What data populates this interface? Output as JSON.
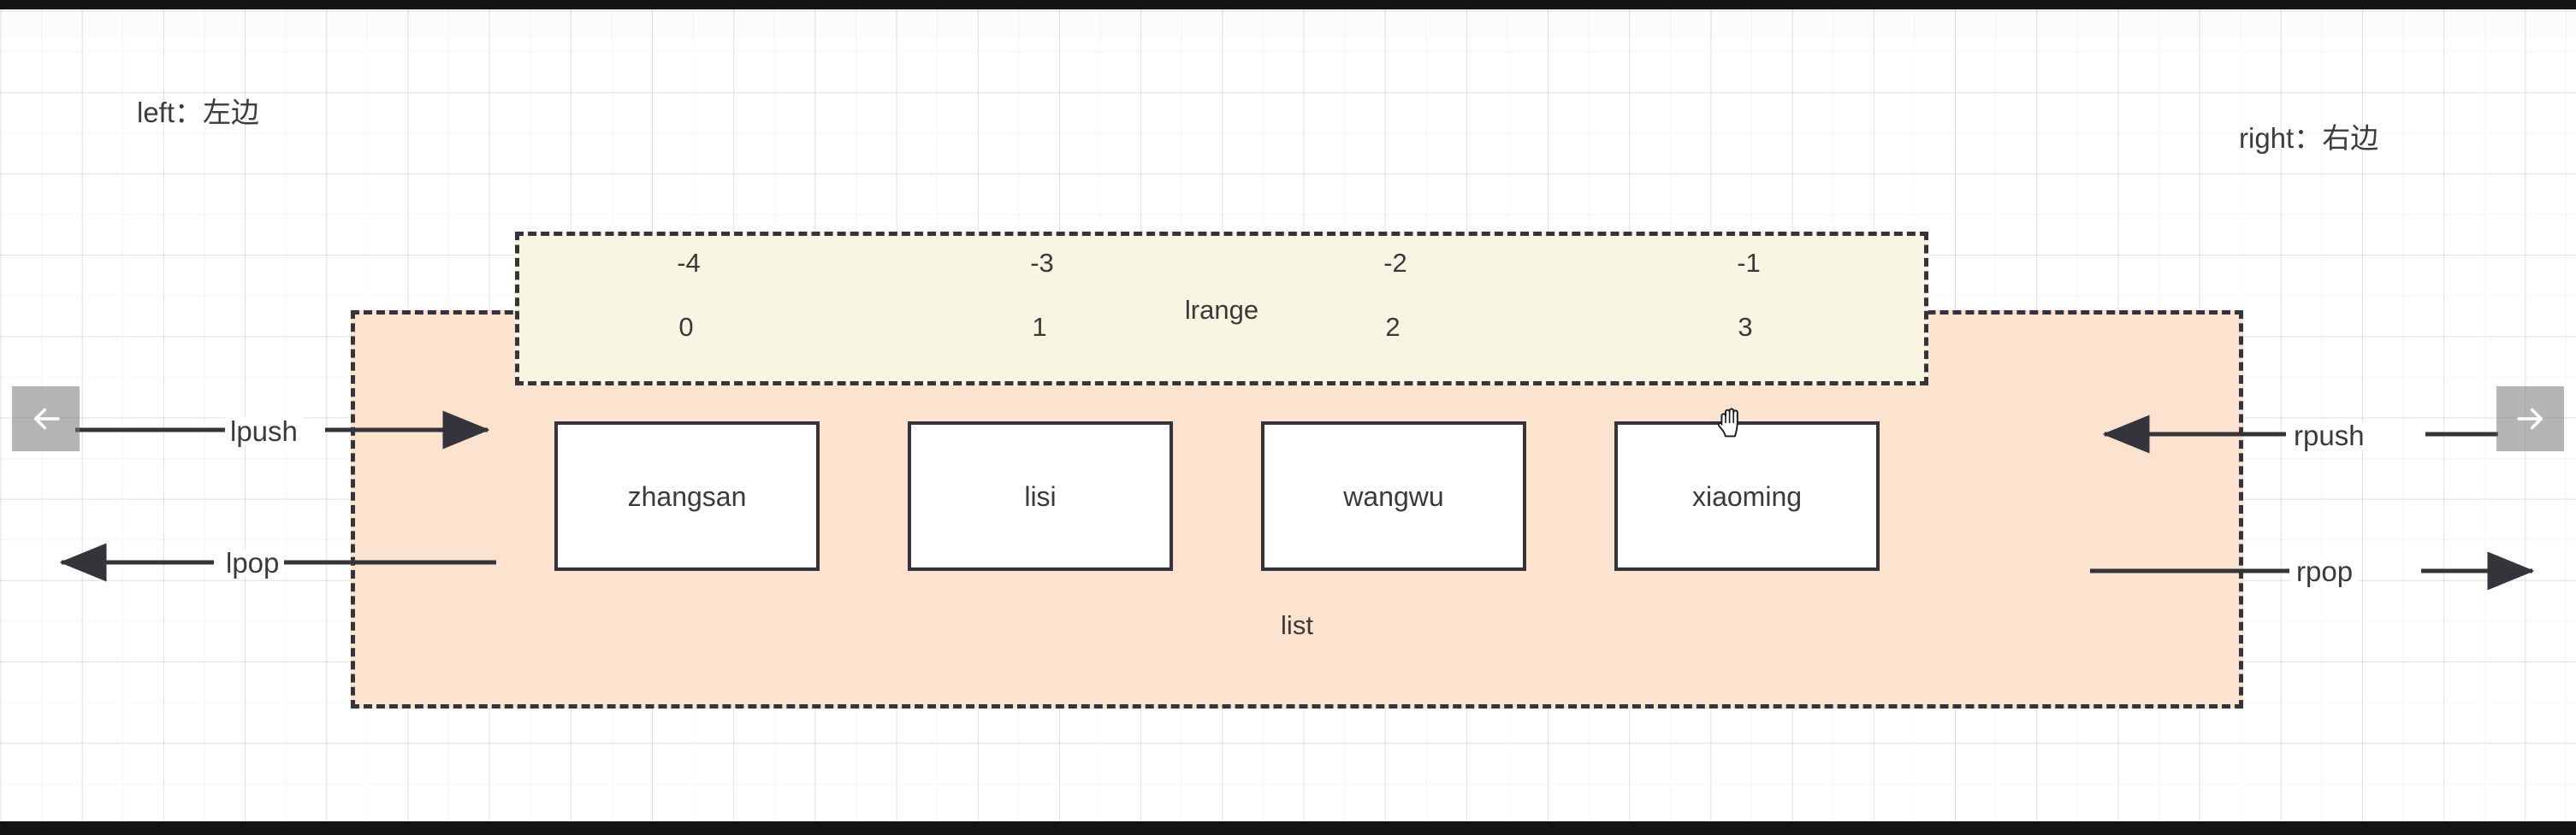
{
  "diagram": {
    "side_labels": {
      "left": "left：左边",
      "right": "right：右边"
    },
    "list_container": {
      "caption": "list",
      "fill_color": "#fbe3cf",
      "border_color": "#35343a",
      "border_style": "dashed"
    },
    "lrange_band": {
      "caption": "lrange",
      "fill_color": "#f8f6e3",
      "border_color": "#35343a",
      "border_style": "dashed",
      "negative_indexes": [
        "-4",
        "-3",
        "-2",
        "-1"
      ],
      "positive_indexes": [
        "0",
        "1",
        "2",
        "3"
      ]
    },
    "items": [
      {
        "label": "zhangsan",
        "positive_index": "0",
        "negative_index": "-4"
      },
      {
        "label": "lisi",
        "positive_index": "1",
        "negative_index": "-3"
      },
      {
        "label": "wangwu",
        "positive_index": "2",
        "negative_index": "-2"
      },
      {
        "label": "xiaoming",
        "positive_index": "3",
        "negative_index": "-1"
      }
    ],
    "operations": [
      {
        "name": "lpush",
        "side": "left",
        "direction": "into-list"
      },
      {
        "name": "lpop",
        "side": "left",
        "direction": "out-of-list"
      },
      {
        "name": "rpush",
        "side": "right",
        "direction": "into-list"
      },
      {
        "name": "rpop",
        "side": "right",
        "direction": "out-of-list"
      }
    ],
    "navigation": {
      "prev_icon": "arrow-left-icon",
      "next_icon": "arrow-right-icon"
    },
    "cursor": {
      "icon": "grab-hand-cursor"
    }
  }
}
